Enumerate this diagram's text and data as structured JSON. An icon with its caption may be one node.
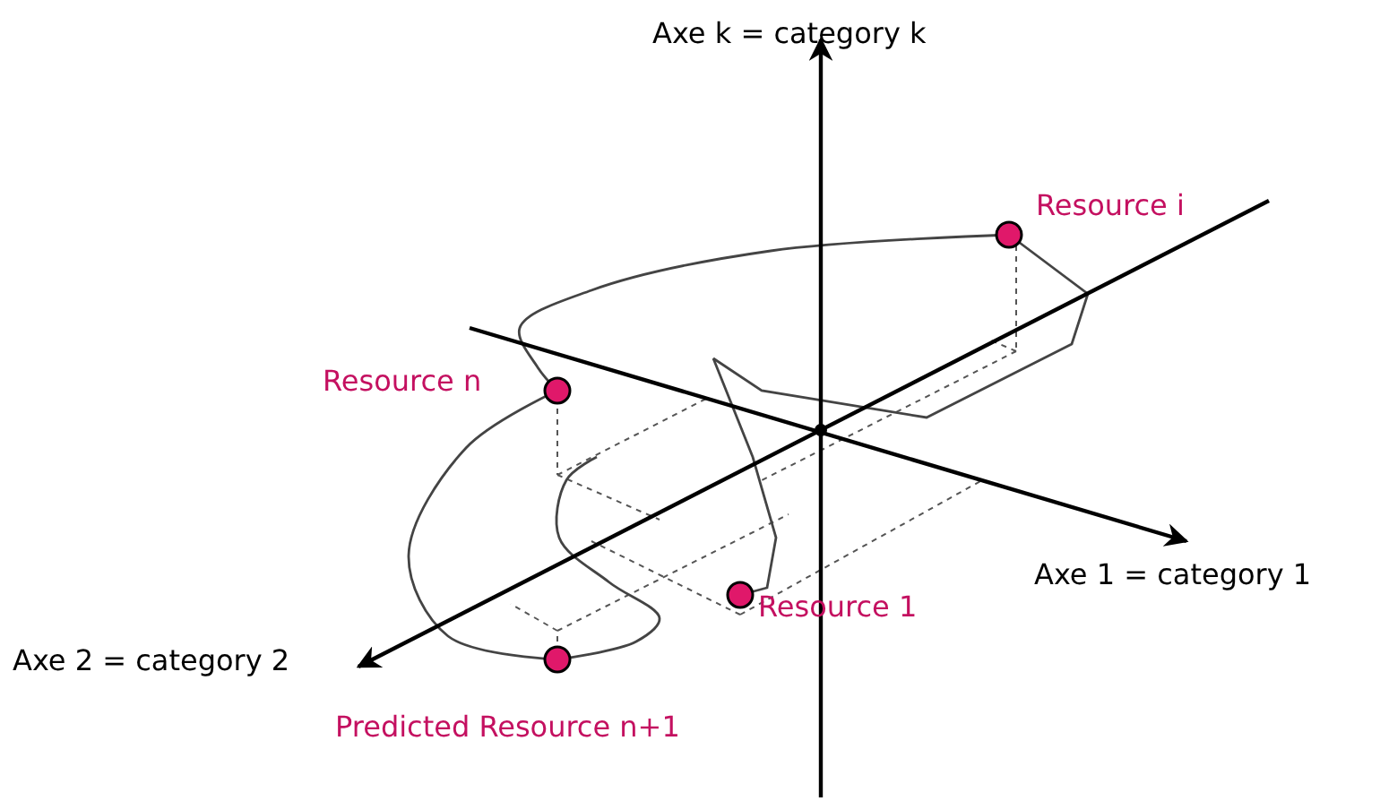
{
  "diagram": {
    "labels": [
      "Axe k = category k",
      "Resource i",
      "Resource n",
      "Axe 1 = category 1",
      "Resource 1",
      "Axe 2 = category 2",
      "Predicted Resource n+1"
    ]
  }
}
